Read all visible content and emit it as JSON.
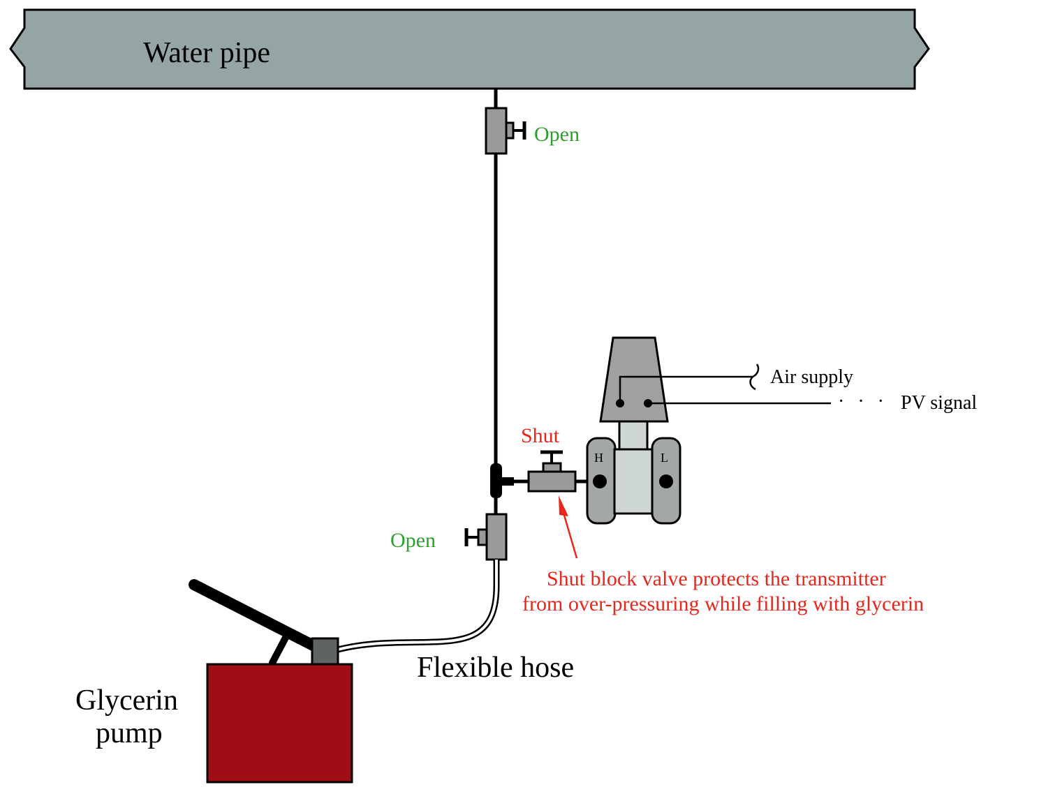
{
  "labels": {
    "water_pipe": "Water pipe",
    "upper_valve_state": "Open",
    "lower_valve_state": "Open",
    "block_valve_state": "Shut",
    "air_supply": "Air supply",
    "pv_signal": "PV signal",
    "pv_dots": "· · ·",
    "high_port": "H",
    "low_port": "L",
    "note_line1": "Shut block valve protects the transmitter",
    "note_line2": "from over-pressuring while filling with glycerin",
    "flexible_hose": "Flexible hose",
    "pump_line1": "Glycerin",
    "pump_line2": "pump"
  },
  "colors": {
    "pipe_fill": "#95a5a4",
    "valve_fill": "#9a9a9a",
    "transmitter_top": "#a0a0a0",
    "transmitter_body": "#cfd6d6",
    "transmitter_capsule": "#a3a7a7",
    "pump_body": "#a00d16",
    "pump_fitting": "#606363",
    "open_text": "#2ca02c",
    "shut_text": "#e8261c",
    "line": "#000000"
  },
  "icons": [
    "pipe-break-icon",
    "handwheel-icon",
    "tee-fitting-icon",
    "arrow-icon",
    "pump-handle-icon"
  ]
}
